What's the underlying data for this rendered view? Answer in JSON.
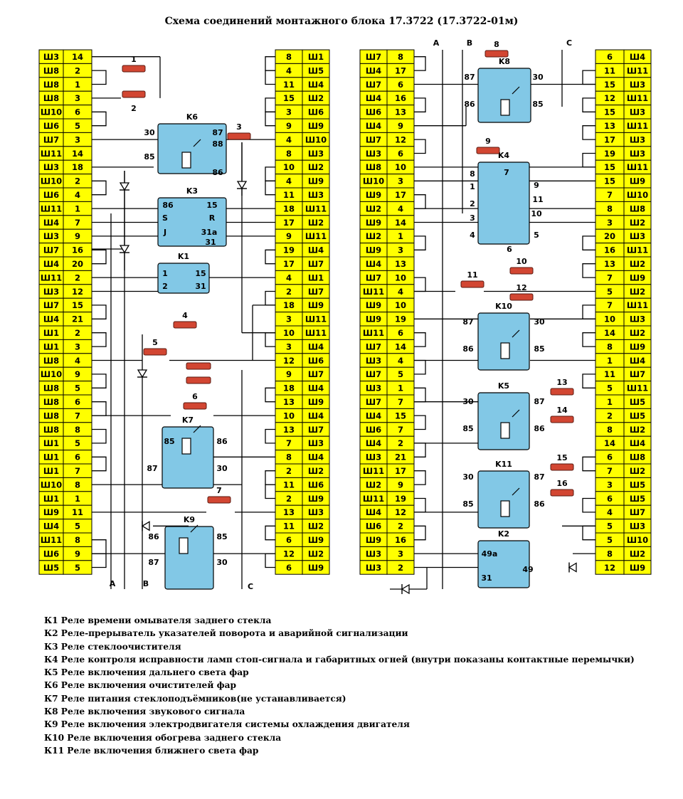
{
  "title": "Схема соединений монтажного блока 17.3722 (17.3722-01м)",
  "bus_labels": [
    "A",
    "B",
    "C"
  ],
  "connectors": {
    "left_outer": [
      [
        "Ш3",
        "14"
      ],
      [
        "Ш8",
        "2"
      ],
      [
        "Ш8",
        "1"
      ],
      [
        "Ш8",
        "3"
      ],
      [
        "Ш10",
        "6"
      ],
      [
        "Ш6",
        "5"
      ],
      [
        "Ш7",
        "3"
      ],
      [
        "Ш11",
        "14"
      ],
      [
        "Ш3",
        "18"
      ],
      [
        "Ш10",
        "2"
      ],
      [
        "Ш6",
        "4"
      ],
      [
        "Ш11",
        "1"
      ],
      [
        "Ш4",
        "7"
      ],
      [
        "Ш3",
        "9"
      ],
      [
        "Ш7",
        "16"
      ],
      [
        "Ш4",
        "20"
      ],
      [
        "Ш11",
        "2"
      ],
      [
        "Ш3",
        "12"
      ],
      [
        "Ш7",
        "15"
      ],
      [
        "Ш4",
        "21"
      ],
      [
        "Ш1",
        "2"
      ],
      [
        "Ш1",
        "3"
      ],
      [
        "Ш8",
        "4"
      ],
      [
        "Ш10",
        "9"
      ],
      [
        "Ш8",
        "5"
      ],
      [
        "Ш8",
        "6"
      ],
      [
        "Ш8",
        "7"
      ],
      [
        "Ш8",
        "8"
      ],
      [
        "Ш1",
        "5"
      ],
      [
        "Ш1",
        "6"
      ],
      [
        "Ш1",
        "7"
      ],
      [
        "Ш10",
        "8"
      ],
      [
        "Ш1",
        "1"
      ],
      [
        "Ш9",
        "11"
      ],
      [
        "Ш4",
        "5"
      ],
      [
        "Ш11",
        "8"
      ],
      [
        "Ш6",
        "9"
      ],
      [
        "Ш5",
        "5"
      ]
    ],
    "left_inner": [
      [
        "8",
        "Ш1"
      ],
      [
        "4",
        "Ш5"
      ],
      [
        "11",
        "Ш4"
      ],
      [
        "15",
        "Ш2"
      ],
      [
        "3",
        "Ш6"
      ],
      [
        "9",
        "Ш9"
      ],
      [
        "4",
        "Ш10"
      ],
      [
        "8",
        "Ш3"
      ],
      [
        "10",
        "Ш2"
      ],
      [
        "4",
        "Ш9"
      ],
      [
        "11",
        "Ш3"
      ],
      [
        "18",
        "Ш11"
      ],
      [
        "17",
        "Ш2"
      ],
      [
        "9",
        "Ш11"
      ],
      [
        "19",
        "Ш4"
      ],
      [
        "17",
        "Ш7"
      ],
      [
        "4",
        "Ш1"
      ],
      [
        "2",
        "Ш7"
      ],
      [
        "18",
        "Ш9"
      ],
      [
        "3",
        "Ш11"
      ],
      [
        "10",
        "Ш11"
      ],
      [
        "3",
        "Ш4"
      ],
      [
        "12",
        "Ш6"
      ],
      [
        "9",
        "Ш7"
      ],
      [
        "18",
        "Ш4"
      ],
      [
        "13",
        "Ш9"
      ],
      [
        "10",
        "Ш4"
      ],
      [
        "13",
        "Ш7"
      ],
      [
        "7",
        "Ш3"
      ],
      [
        "8",
        "Ш4"
      ],
      [
        "2",
        "Ш2"
      ],
      [
        "11",
        "Ш6"
      ],
      [
        "2",
        "Ш9"
      ],
      [
        "13",
        "Ш3"
      ],
      [
        "11",
        "Ш2"
      ],
      [
        "6",
        "Ш9"
      ],
      [
        "12",
        "Ш2"
      ],
      [
        "6",
        "Ш9"
      ]
    ],
    "right_inner": [
      [
        "Ш7",
        "8"
      ],
      [
        "Ш4",
        "17"
      ],
      [
        "Ш7",
        "6"
      ],
      [
        "Ш4",
        "16"
      ],
      [
        "Ш6",
        "13"
      ],
      [
        "Ш4",
        "9"
      ],
      [
        "Ш7",
        "12"
      ],
      [
        "Ш3",
        "6"
      ],
      [
        "Ш8",
        "10"
      ],
      [
        "Ш10",
        "3"
      ],
      [
        "Ш9",
        "17"
      ],
      [
        "Ш2",
        "4"
      ],
      [
        "Ш9",
        "14"
      ],
      [
        "Ш2",
        "1"
      ],
      [
        "Ш9",
        "3"
      ],
      [
        "Ш4",
        "13"
      ],
      [
        "Ш7",
        "10"
      ],
      [
        "Ш11",
        "4"
      ],
      [
        "Ш9",
        "10"
      ],
      [
        "Ш9",
        "19"
      ],
      [
        "Ш11",
        "6"
      ],
      [
        "Ш7",
        "14"
      ],
      [
        "Ш3",
        "4"
      ],
      [
        "Ш7",
        "5"
      ],
      [
        "Ш3",
        "1"
      ],
      [
        "Ш7",
        "7"
      ],
      [
        "Ш4",
        "15"
      ],
      [
        "Ш6",
        "7"
      ],
      [
        "Ш4",
        "2"
      ],
      [
        "Ш3",
        "21"
      ],
      [
        "Ш11",
        "17"
      ],
      [
        "Ш2",
        "9"
      ],
      [
        "Ш11",
        "19"
      ],
      [
        "Ш4",
        "12"
      ],
      [
        "Ш6",
        "2"
      ],
      [
        "Ш9",
        "16"
      ],
      [
        "Ш3",
        "3"
      ],
      [
        "Ш3",
        "2"
      ]
    ],
    "right_outer": [
      [
        "6",
        "Ш4"
      ],
      [
        "11",
        "Ш11"
      ],
      [
        "15",
        "Ш3"
      ],
      [
        "12",
        "Ш11"
      ],
      [
        "15",
        "Ш3"
      ],
      [
        "13",
        "Ш11"
      ],
      [
        "17",
        "Ш3"
      ],
      [
        "19",
        "Ш3"
      ],
      [
        "15",
        "Ш11"
      ],
      [
        "15",
        "Ш9"
      ],
      [
        "7",
        "Ш10"
      ],
      [
        "8",
        "Ш8"
      ],
      [
        "3",
        "Ш2"
      ],
      [
        "20",
        "Ш3"
      ],
      [
        "16",
        "Ш11"
      ],
      [
        "13",
        "Ш2"
      ],
      [
        "7",
        "Ш9"
      ],
      [
        "5",
        "Ш2"
      ],
      [
        "7",
        "Ш11"
      ],
      [
        "10",
        "Ш3"
      ],
      [
        "14",
        "Ш2"
      ],
      [
        "8",
        "Ш9"
      ],
      [
        "1",
        "Ш4"
      ],
      [
        "11",
        "Ш7"
      ],
      [
        "5",
        "Ш11"
      ],
      [
        "1",
        "Ш5"
      ],
      [
        "2",
        "Ш5"
      ],
      [
        "8",
        "Ш2"
      ],
      [
        "14",
        "Ш4"
      ],
      [
        "6",
        "Ш8"
      ],
      [
        "7",
        "Ш2"
      ],
      [
        "3",
        "Ш5"
      ],
      [
        "6",
        "Ш5"
      ],
      [
        "4",
        "Ш7"
      ],
      [
        "5",
        "Ш3"
      ],
      [
        "5",
        "Ш10"
      ],
      [
        "8",
        "Ш2"
      ],
      [
        "12",
        "Ш9"
      ]
    ]
  },
  "relays": {
    "K1": {
      "name": "K1",
      "pins": [
        "1",
        "2",
        "15",
        "31"
      ]
    },
    "K2": {
      "name": "K2",
      "pins": [
        "49a",
        "49",
        "31"
      ]
    },
    "K3": {
      "name": "K3",
      "pins": [
        "86",
        "S",
        "J",
        "15",
        "R",
        "31a",
        "31"
      ]
    },
    "K4": {
      "name": "K4",
      "pins": [
        "8",
        "7",
        "1",
        "9",
        "2",
        "11",
        "3",
        "10",
        "4",
        "5",
        "6"
      ]
    },
    "K5": {
      "name": "K5",
      "pins": [
        "30",
        "87",
        "85",
        "86"
      ]
    },
    "K6": {
      "name": "K6",
      "pins": [
        "30",
        "87",
        "88",
        "85",
        "86"
      ]
    },
    "K7": {
      "name": "K7",
      "pins": [
        "85",
        "86",
        "87",
        "30"
      ]
    },
    "K8": {
      "name": "K8",
      "pins": [
        "87",
        "30",
        "86",
        "85"
      ]
    },
    "K9": {
      "name": "K9",
      "pins": [
        "86",
        "85",
        "87",
        "30"
      ]
    },
    "K10": {
      "name": "K10",
      "pins": [
        "87",
        "30",
        "86",
        "85"
      ]
    },
    "K11": {
      "name": "K11",
      "pins": [
        "30",
        "87",
        "85",
        "86"
      ]
    }
  },
  "fuses": [
    "1",
    "2",
    "3",
    "4",
    "5",
    "6",
    "7",
    "8",
    "9",
    "10",
    "11",
    "12",
    "13",
    "14",
    "15",
    "16"
  ],
  "legend": [
    "К1 Реле времени омывателя заднего стекла",
    "К2 Реле-прерыватель указателей поворота и аварийной сигнализации",
    "К3 Реле стеклоочистителя",
    "К4 Реле контроля исправности ламп стоп-сигнала и габаритных огней (внутри показаны контактные перемычки)",
    "К5 Реле включения дальнего света фар",
    "К6 Реле включения очистителей фар",
    "К7 Реле питания стеклоподъёмников(не устанавливается)",
    "К8 Реле включения звукового сигнала",
    "К9 Реле включения электродвигателя системы охлаждения двигателя",
    "К10 Реле включения обогрева заднего стекла",
    "К11 Реле включения ближнего света фар"
  ],
  "colors": {
    "connector_fill": "#ffff00",
    "relay_fill": "#82c8e6",
    "fuse_fill": "#d24632",
    "wire": "#000000"
  }
}
